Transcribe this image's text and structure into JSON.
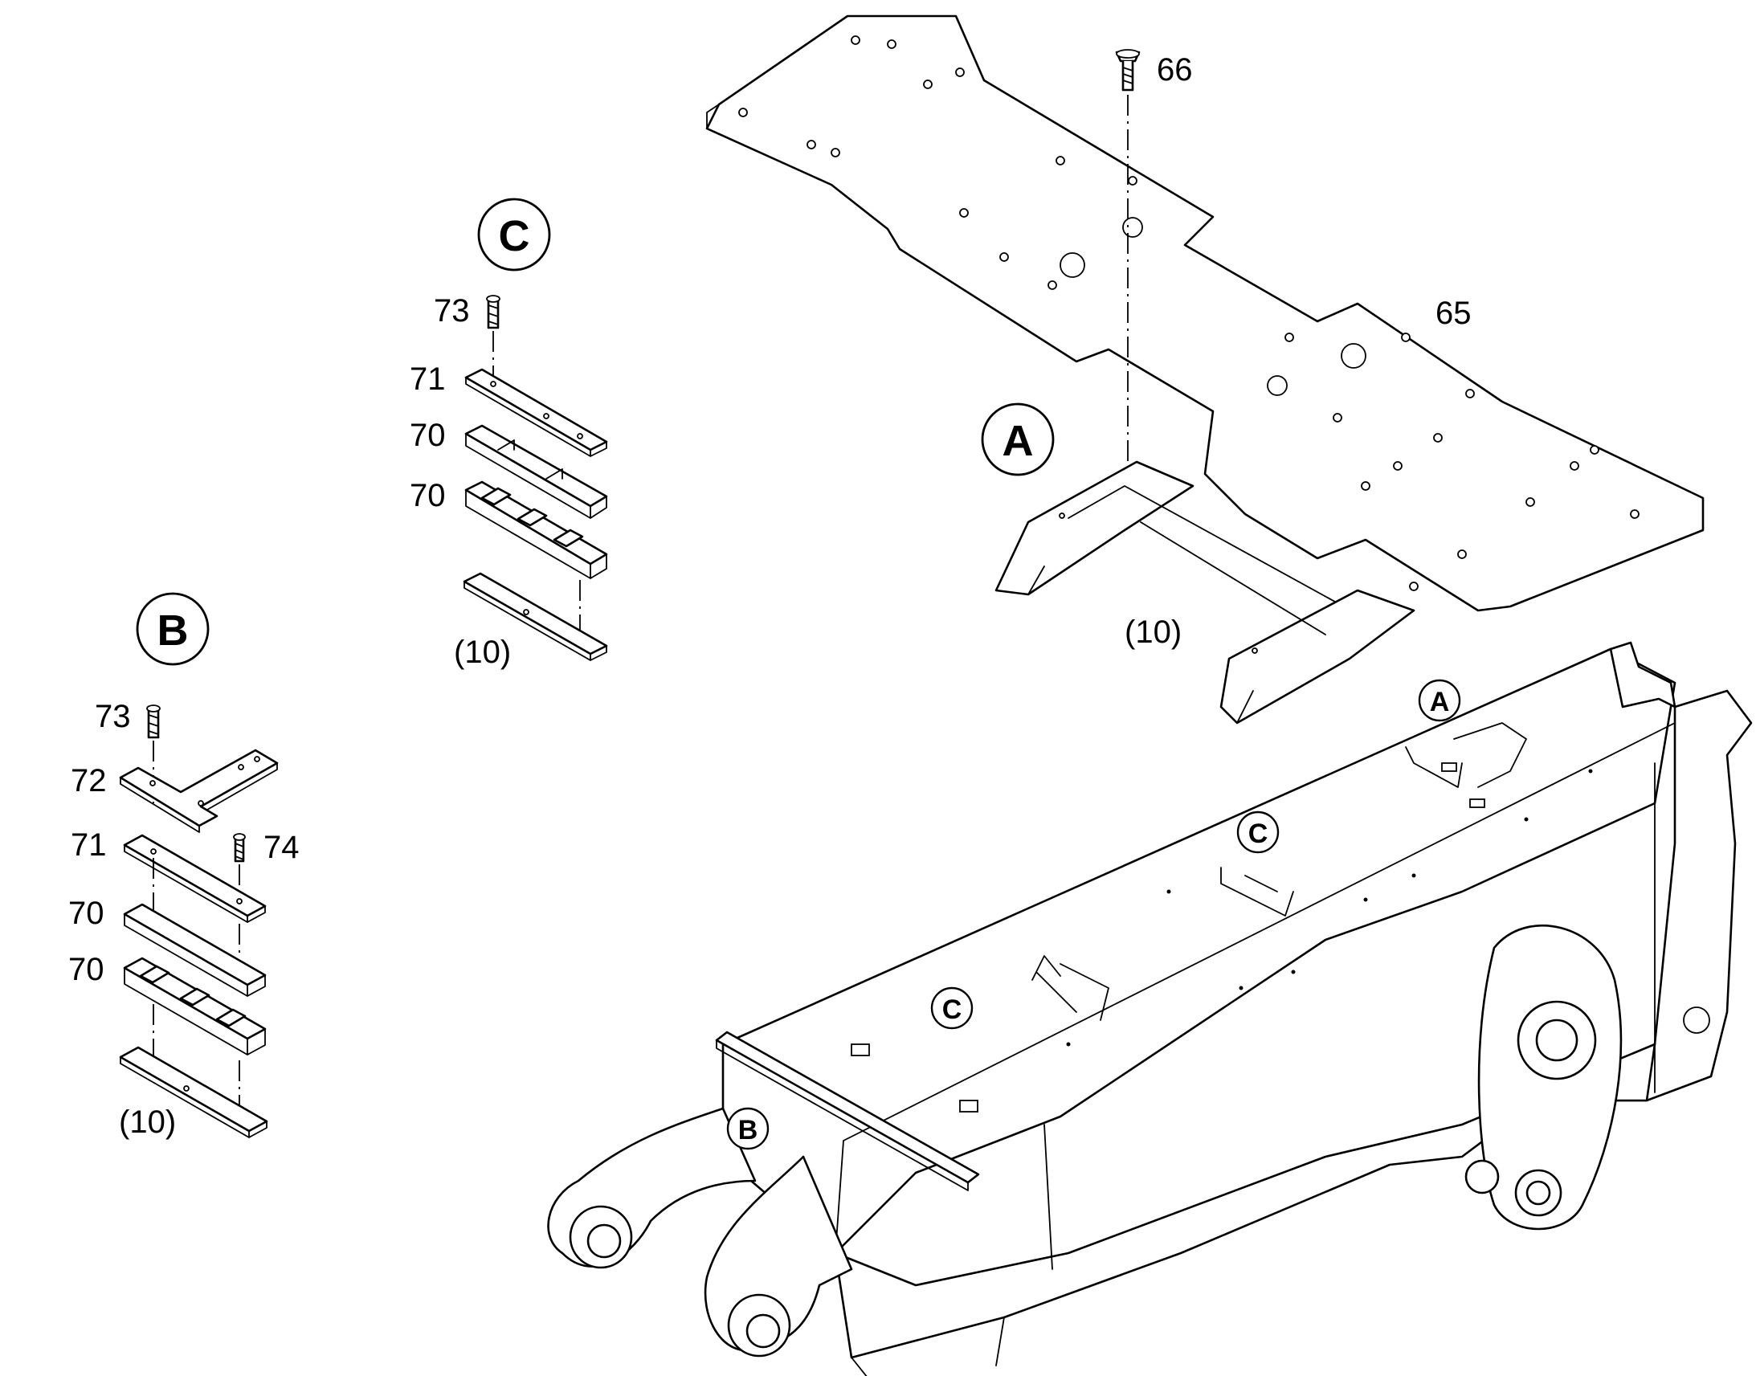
{
  "callouts": {
    "c_header": "C",
    "b_header": "B",
    "a_header": "A",
    "a_boom": "A",
    "c_boom_upper": "C",
    "c_boom_lower": "C",
    "b_boom": "B"
  },
  "parts": {
    "bolt_66": "66",
    "plate_65": "65",
    "bracket_qty_a": "(10)",
    "c_bolt_73": "73",
    "c_plate_71": "71",
    "c_clamp_70a": "70",
    "c_clamp_70b": "70",
    "c_base_qty": "(10)",
    "b_bolt_73": "73",
    "b_plate_72": "72",
    "b_plate_71": "71",
    "b_bolt_74": "74",
    "b_clamp_70a": "70",
    "b_clamp_70b": "70",
    "b_base_qty": "(10)"
  }
}
